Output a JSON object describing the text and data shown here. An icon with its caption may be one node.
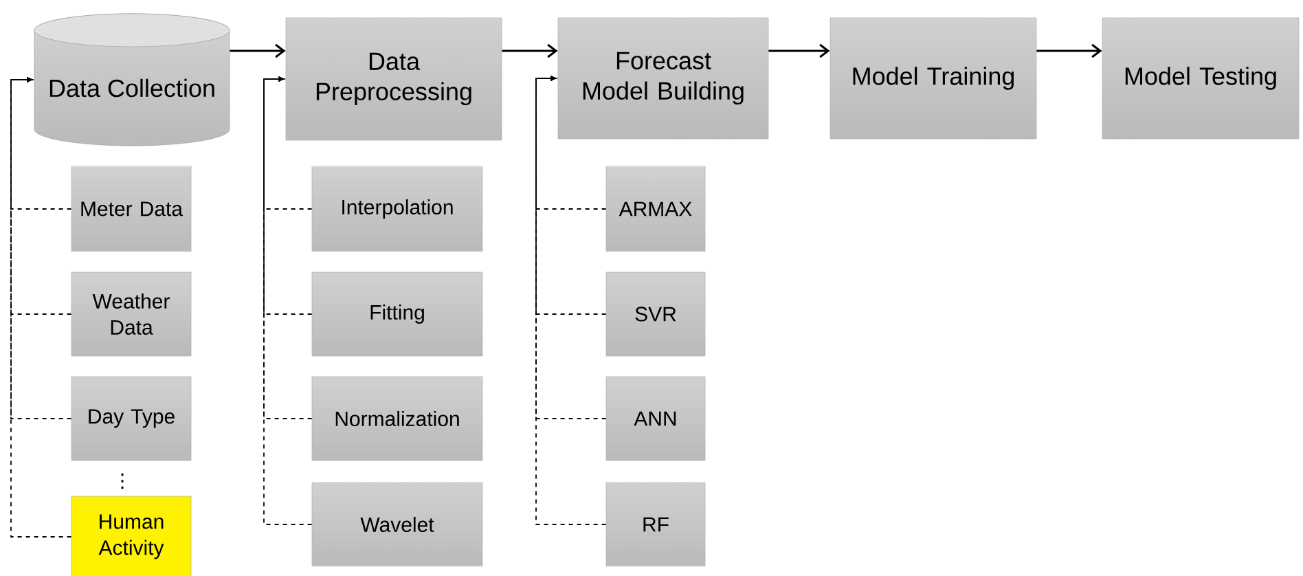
{
  "diagram": {
    "nodes": [
      {
        "text": [
          "Data Collection"
        ]
      },
      {
        "text": [
          "Data Preprocessing"
        ]
      },
      {
        "text": [
          "Forecast Model Building"
        ]
      },
      {
        "text": [
          "Model Training"
        ]
      },
      {
        "text": [
          "Model Testing"
        ]
      },
      {
        "text": [
          "Meter Data"
        ]
      },
      {
        "text": [
          "Weather Data"
        ]
      },
      {
        "text": [
          "Day Type"
        ]
      },
      {
        "text": [
          "Human Activity"
        ]
      },
      {
        "text": [
          "Interpolation"
        ]
      },
      {
        "text": [
          "Fitting"
        ]
      },
      {
        "text": [
          "Normalization"
        ]
      },
      {
        "text": [
          "Wavelet"
        ]
      },
      {
        "text": [
          "ARMAX"
        ]
      },
      {
        "text": [
          "SVR"
        ]
      },
      {
        "text": [
          "ANN"
        ]
      },
      {
        "text": [
          "RF"
        ]
      }
    ],
    "edges": [
      {
        "from": 0,
        "to": 1,
        "arrow": "to"
      },
      {
        "from": 1,
        "to": 2,
        "arrow": "to"
      },
      {
        "from": 2,
        "to": 3,
        "arrow": "to"
      },
      {
        "from": 3,
        "to": 4,
        "arrow": "to"
      },
      {
        "from": 5,
        "to": 0,
        "arrow": "to",
        "style": "dashed"
      },
      {
        "from": 6,
        "to": 0,
        "arrow": "to",
        "style": "dashed"
      },
      {
        "from": 7,
        "to": 0,
        "arrow": "to",
        "style": "dashed"
      },
      {
        "from": 8,
        "to": 0,
        "arrow": "to",
        "style": "dashed"
      },
      {
        "from": 9,
        "to": 1,
        "arrow": "to",
        "style": "dashed"
      },
      {
        "from": 10,
        "to": 1,
        "arrow": "to",
        "style": "dashed"
      },
      {
        "from": 11,
        "to": 1,
        "arrow": "to",
        "style": "dashed"
      },
      {
        "from": 12,
        "to": 1,
        "arrow": "to",
        "style": "dashed"
      },
      {
        "from": 13,
        "to": 2,
        "arrow": "to",
        "style": "dashed"
      },
      {
        "from": 14,
        "to": 2,
        "arrow": "to",
        "style": "dashed"
      },
      {
        "from": 15,
        "to": 2,
        "arrow": "to",
        "style": "dashed"
      },
      {
        "from": 16,
        "to": 2,
        "arrow": "to",
        "style": "dashed"
      }
    ],
    "labels": [
      "⋮"
    ]
  }
}
